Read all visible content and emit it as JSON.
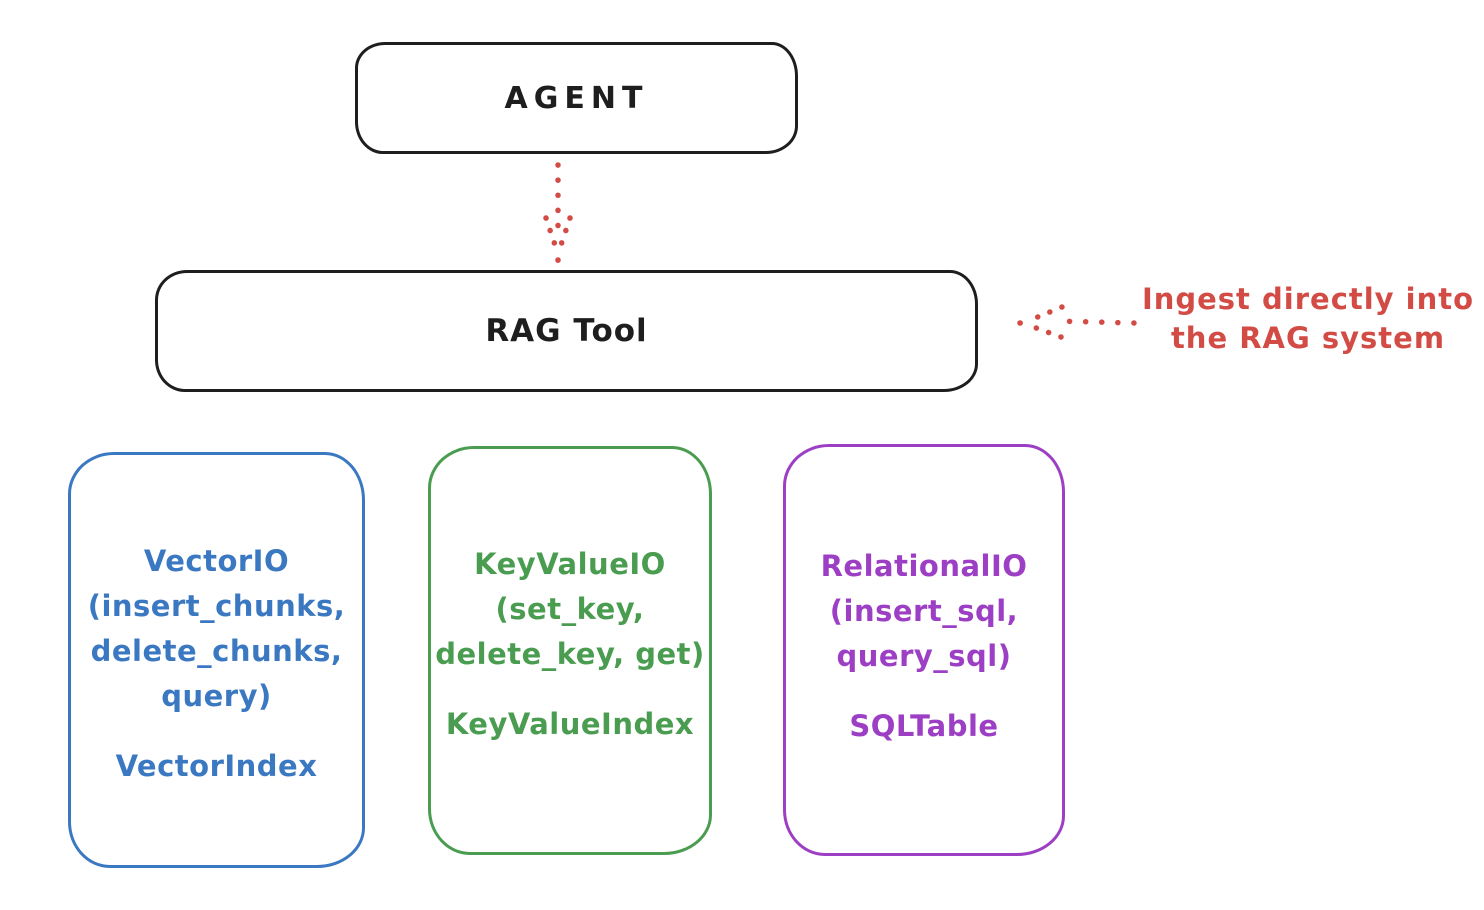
{
  "agent": {
    "label": "AGENT"
  },
  "rag_tool": {
    "label": "RAG Tool"
  },
  "connector": {
    "type": "dotted-arrow",
    "direction": "down",
    "from": "agent",
    "to": "rag_tool"
  },
  "annotation": {
    "line1": "Ingest directly into",
    "line2": "the RAG system",
    "arrow_direction": "left-toward-rag-tool"
  },
  "boxes": [
    {
      "id": "vector-io",
      "color": "#3b78c2",
      "header_lines": [
        "VectorIO",
        "(insert_chunks,",
        "delete_chunks,",
        "query)"
      ],
      "footer": "VectorIndex"
    },
    {
      "id": "key-value-io",
      "color": "#4a9d50",
      "header_lines": [
        "KeyValueIO",
        "(set_key,",
        "delete_key, get)"
      ],
      "footer": "KeyValueIndex"
    },
    {
      "id": "relational-io",
      "color": "#9c3fc4",
      "header_lines": [
        "RelationalIO",
        "(insert_sql,",
        "query_sql)"
      ],
      "footer": "SQLTable"
    }
  ],
  "colors": {
    "stroke": "#1e1e1e",
    "red": "#d24b45",
    "blue": "#3b78c2",
    "green": "#4a9d50",
    "purple": "#9c3fc4",
    "background": "#ffffff"
  }
}
